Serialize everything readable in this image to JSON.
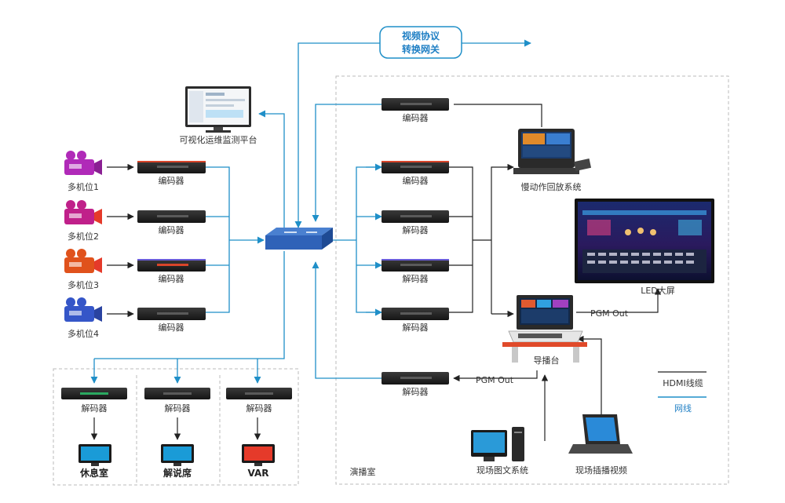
{
  "gateway": {
    "line1": "视频协议",
    "line2": "转换网关"
  },
  "monitor_platform": "可视化运维监测平台",
  "cameras": [
    {
      "label": "多机位1",
      "color": "#b02ab8"
    },
    {
      "label": "多机位2",
      "color": "#c0208a"
    },
    {
      "label": "多机位3",
      "color": "#e0521c"
    },
    {
      "label": "多机位4",
      "color": "#3556c8"
    }
  ],
  "left_encoders": [
    "编码器",
    "编码器",
    "编码器",
    "编码器"
  ],
  "studio_top_encoder": "编码器",
  "studio_devices": [
    "编码器",
    "解码器",
    "解码器",
    "解码器"
  ],
  "studio_bottom_decoder": "解码器",
  "slow_motion": "慢动作回放系统",
  "led_screen": "LED大屏",
  "director": "导播台",
  "pgm_out_1": "PGM Out",
  "pgm_out_2": "PGM Out",
  "graphics_system": "现场图文系统",
  "live_stream": "现场插播视频",
  "bottom_decoders": [
    "解码器",
    "解码器",
    "解码器"
  ],
  "bottom_displays": [
    {
      "label": "休息室",
      "color": "#1a9bd7"
    },
    {
      "label": "解说席",
      "color": "#1a9bd7"
    },
    {
      "label": "VAR",
      "color": "#e53a2a"
    }
  ],
  "studio_room": "演播室",
  "legend": {
    "hdmi": "HDMI线缆",
    "network": "网线"
  },
  "colors": {
    "network": "#1f8fc8",
    "hdmi": "#222222",
    "box": "#bbbbbb"
  }
}
